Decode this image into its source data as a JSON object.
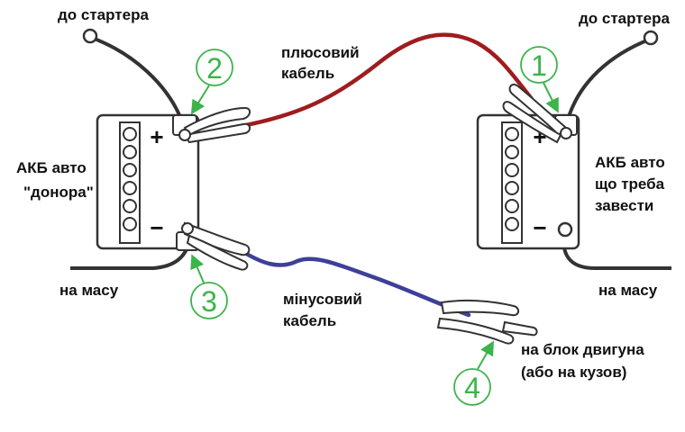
{
  "labels": {
    "starter_left": "до стартера",
    "starter_right": "до стартера",
    "plus_cable_line1": "плюсовий",
    "plus_cable_line2": "кабель",
    "donor_line1": "АКБ авто",
    "donor_line2": "\"донора\"",
    "target_line1": "АКБ авто",
    "target_line2": "що треба",
    "target_line3": "завести",
    "ground_left": "на масу",
    "ground_right": "на масу",
    "minus_cable_line1": "мінусовий",
    "minus_cable_line2": "кабель",
    "engine_line1": "на блок двигуна",
    "engine_line2": "(або на кузов)"
  },
  "steps": [
    "1",
    "2",
    "3",
    "4"
  ],
  "terminal_signs": {
    "plus": "+",
    "minus": "−"
  },
  "colors": {
    "plus_cable": "#9e1c1f",
    "minus_cable": "#3f3f9a",
    "step_green": "#3cb44b",
    "wire_dark": "#333333",
    "battery_outline": "#333333"
  },
  "icons": [
    "battery",
    "jumper-clamp",
    "terminal-post"
  ]
}
